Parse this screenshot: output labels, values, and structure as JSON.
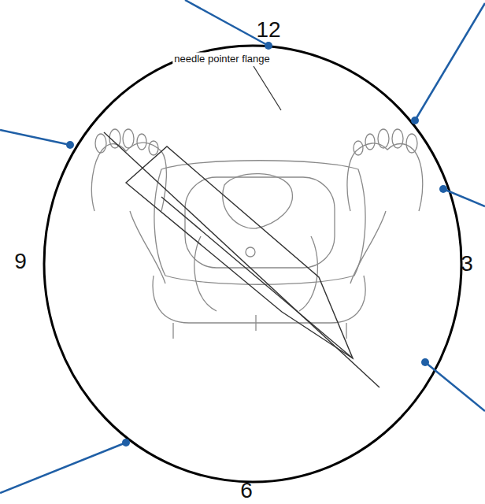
{
  "diagram": {
    "labels": [
      "12",
      "9",
      "3",
      "6",
      "needle pointer flange"
    ]
  }
}
